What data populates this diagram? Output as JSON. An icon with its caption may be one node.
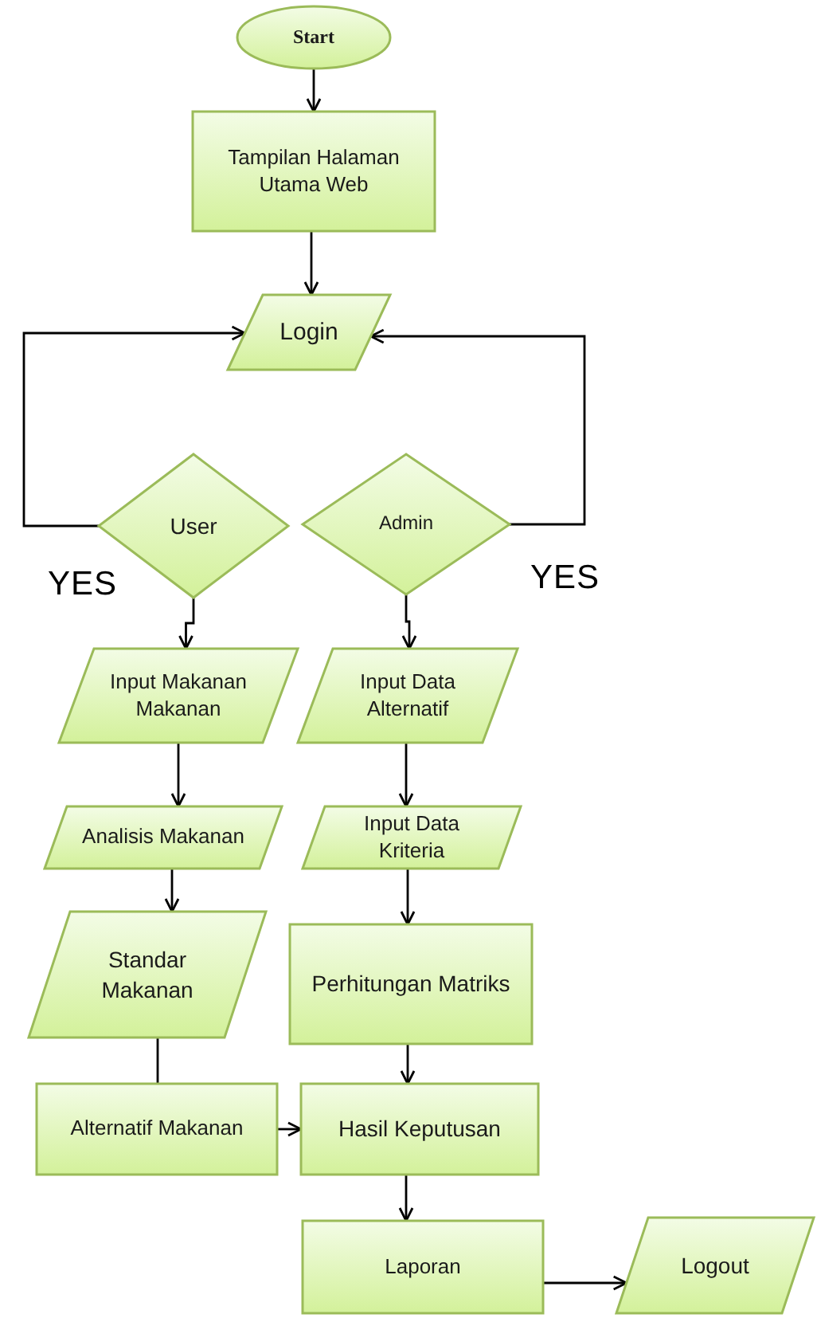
{
  "diagram": {
    "nodes": [
      {
        "text": [
          "Start"
        ]
      },
      {
        "text": [
          "Tampilan Halaman Utama Web"
        ]
      },
      {
        "text": [
          "Login"
        ]
      },
      {
        "text": [
          "User"
        ]
      },
      {
        "text": [
          "Admin"
        ]
      },
      {
        "text": [
          "Input Makanan Makanan"
        ]
      },
      {
        "text": [
          "Input Data Alternatif"
        ]
      },
      {
        "text": [
          "Analisis Makanan"
        ]
      },
      {
        "text": [
          "Input Data Kriteria"
        ]
      },
      {
        "text": [
          "Standar Makanan"
        ]
      },
      {
        "text": [
          "Perhitungan Matriks"
        ]
      },
      {
        "text": [
          "Alternatif Makanan"
        ]
      },
      {
        "text": [
          "Hasil Keputusan"
        ]
      },
      {
        "text": [
          "Laporan"
        ]
      },
      {
        "text": [
          "Logout"
        ]
      }
    ],
    "edges": [
      {
        "from": 0,
        "to": 1,
        "arrow": "to"
      },
      {
        "from": 1,
        "to": 2,
        "arrow": "to"
      },
      {
        "from": 3,
        "to": 2,
        "arrow": "to"
      },
      {
        "from": 4,
        "to": 2,
        "arrow": "to"
      },
      {
        "from": 3,
        "to": 5,
        "arrow": "to"
      },
      {
        "from": 4,
        "to": 6,
        "arrow": "to"
      },
      {
        "from": 5,
        "to": 7,
        "arrow": "to"
      },
      {
        "from": 6,
        "to": 8,
        "arrow": "to"
      },
      {
        "from": 7,
        "to": 9,
        "arrow": "to"
      },
      {
        "from": 8,
        "to": 10,
        "arrow": "to"
      },
      {
        "from": 9,
        "to": 11,
        "arrow": "none"
      },
      {
        "from": 10,
        "to": 12,
        "arrow": "to"
      },
      {
        "from": 11,
        "to": 12,
        "arrow": "to"
      },
      {
        "from": 12,
        "to": 13,
        "arrow": "to"
      },
      {
        "from": 13,
        "to": 14,
        "arrow": "to"
      }
    ],
    "labels": [
      "YES",
      "YES"
    ]
  }
}
